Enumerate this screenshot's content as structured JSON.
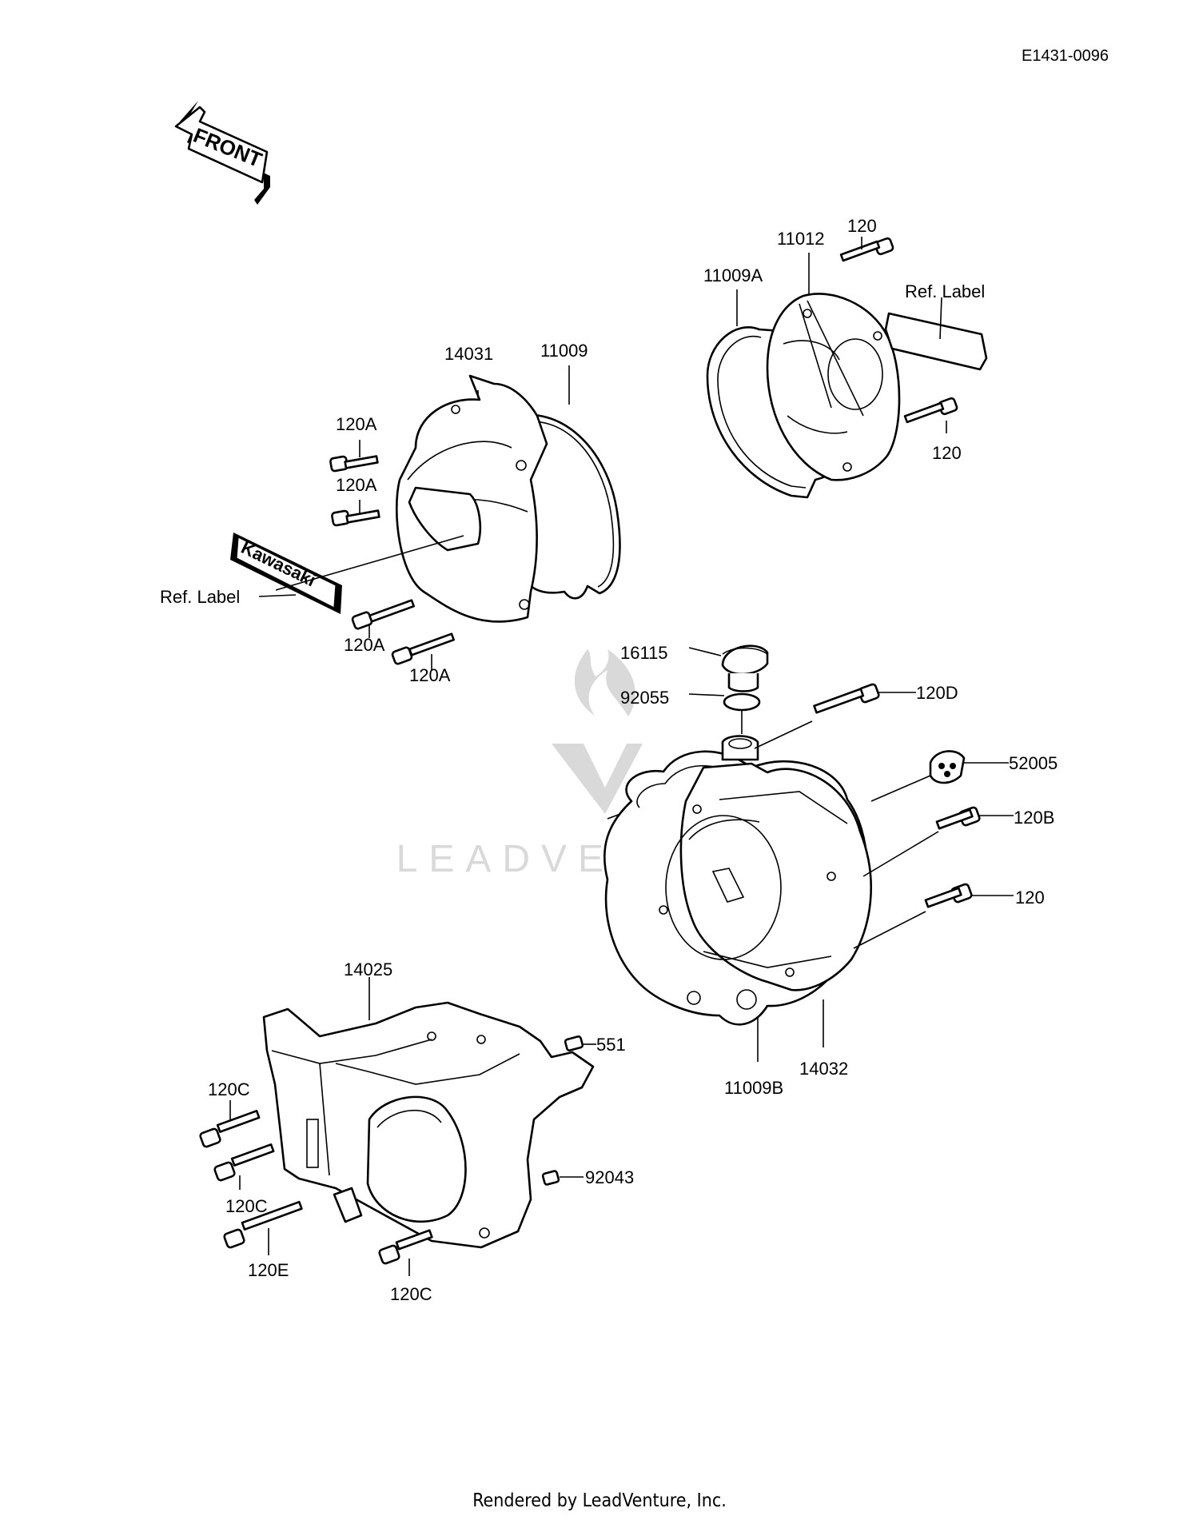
{
  "diagram_code": "E1431-0096",
  "front_arrow_label": "FRONT",
  "emblem_text": "Kawasaki",
  "watermark_text": "LEADVENTURE",
  "footer": "Rendered by LeadVenture, Inc.",
  "callouts": {
    "p14031": "14031",
    "p11009": "11009",
    "p120A_1": "120A",
    "p120A_2": "120A",
    "p120A_3": "120A",
    "p120A_4": "120A",
    "ref_label_left": "Ref.  Label",
    "p11012": "11012",
    "p11009A": "11009A",
    "p120_top": "120",
    "ref_label_right": "Ref.  Label",
    "p120_mid": "120",
    "p16115": "16115",
    "p92055": "92055",
    "p120D": "120D",
    "p52005": "52005",
    "p120B": "120B",
    "p120_right": "120",
    "p14032": "14032",
    "p11009B": "11009B",
    "p14025": "14025",
    "p551": "551",
    "p92043": "92043",
    "p120C_1": "120C",
    "p120C_2": "120C",
    "p120C_3": "120C",
    "p120E": "120E"
  }
}
